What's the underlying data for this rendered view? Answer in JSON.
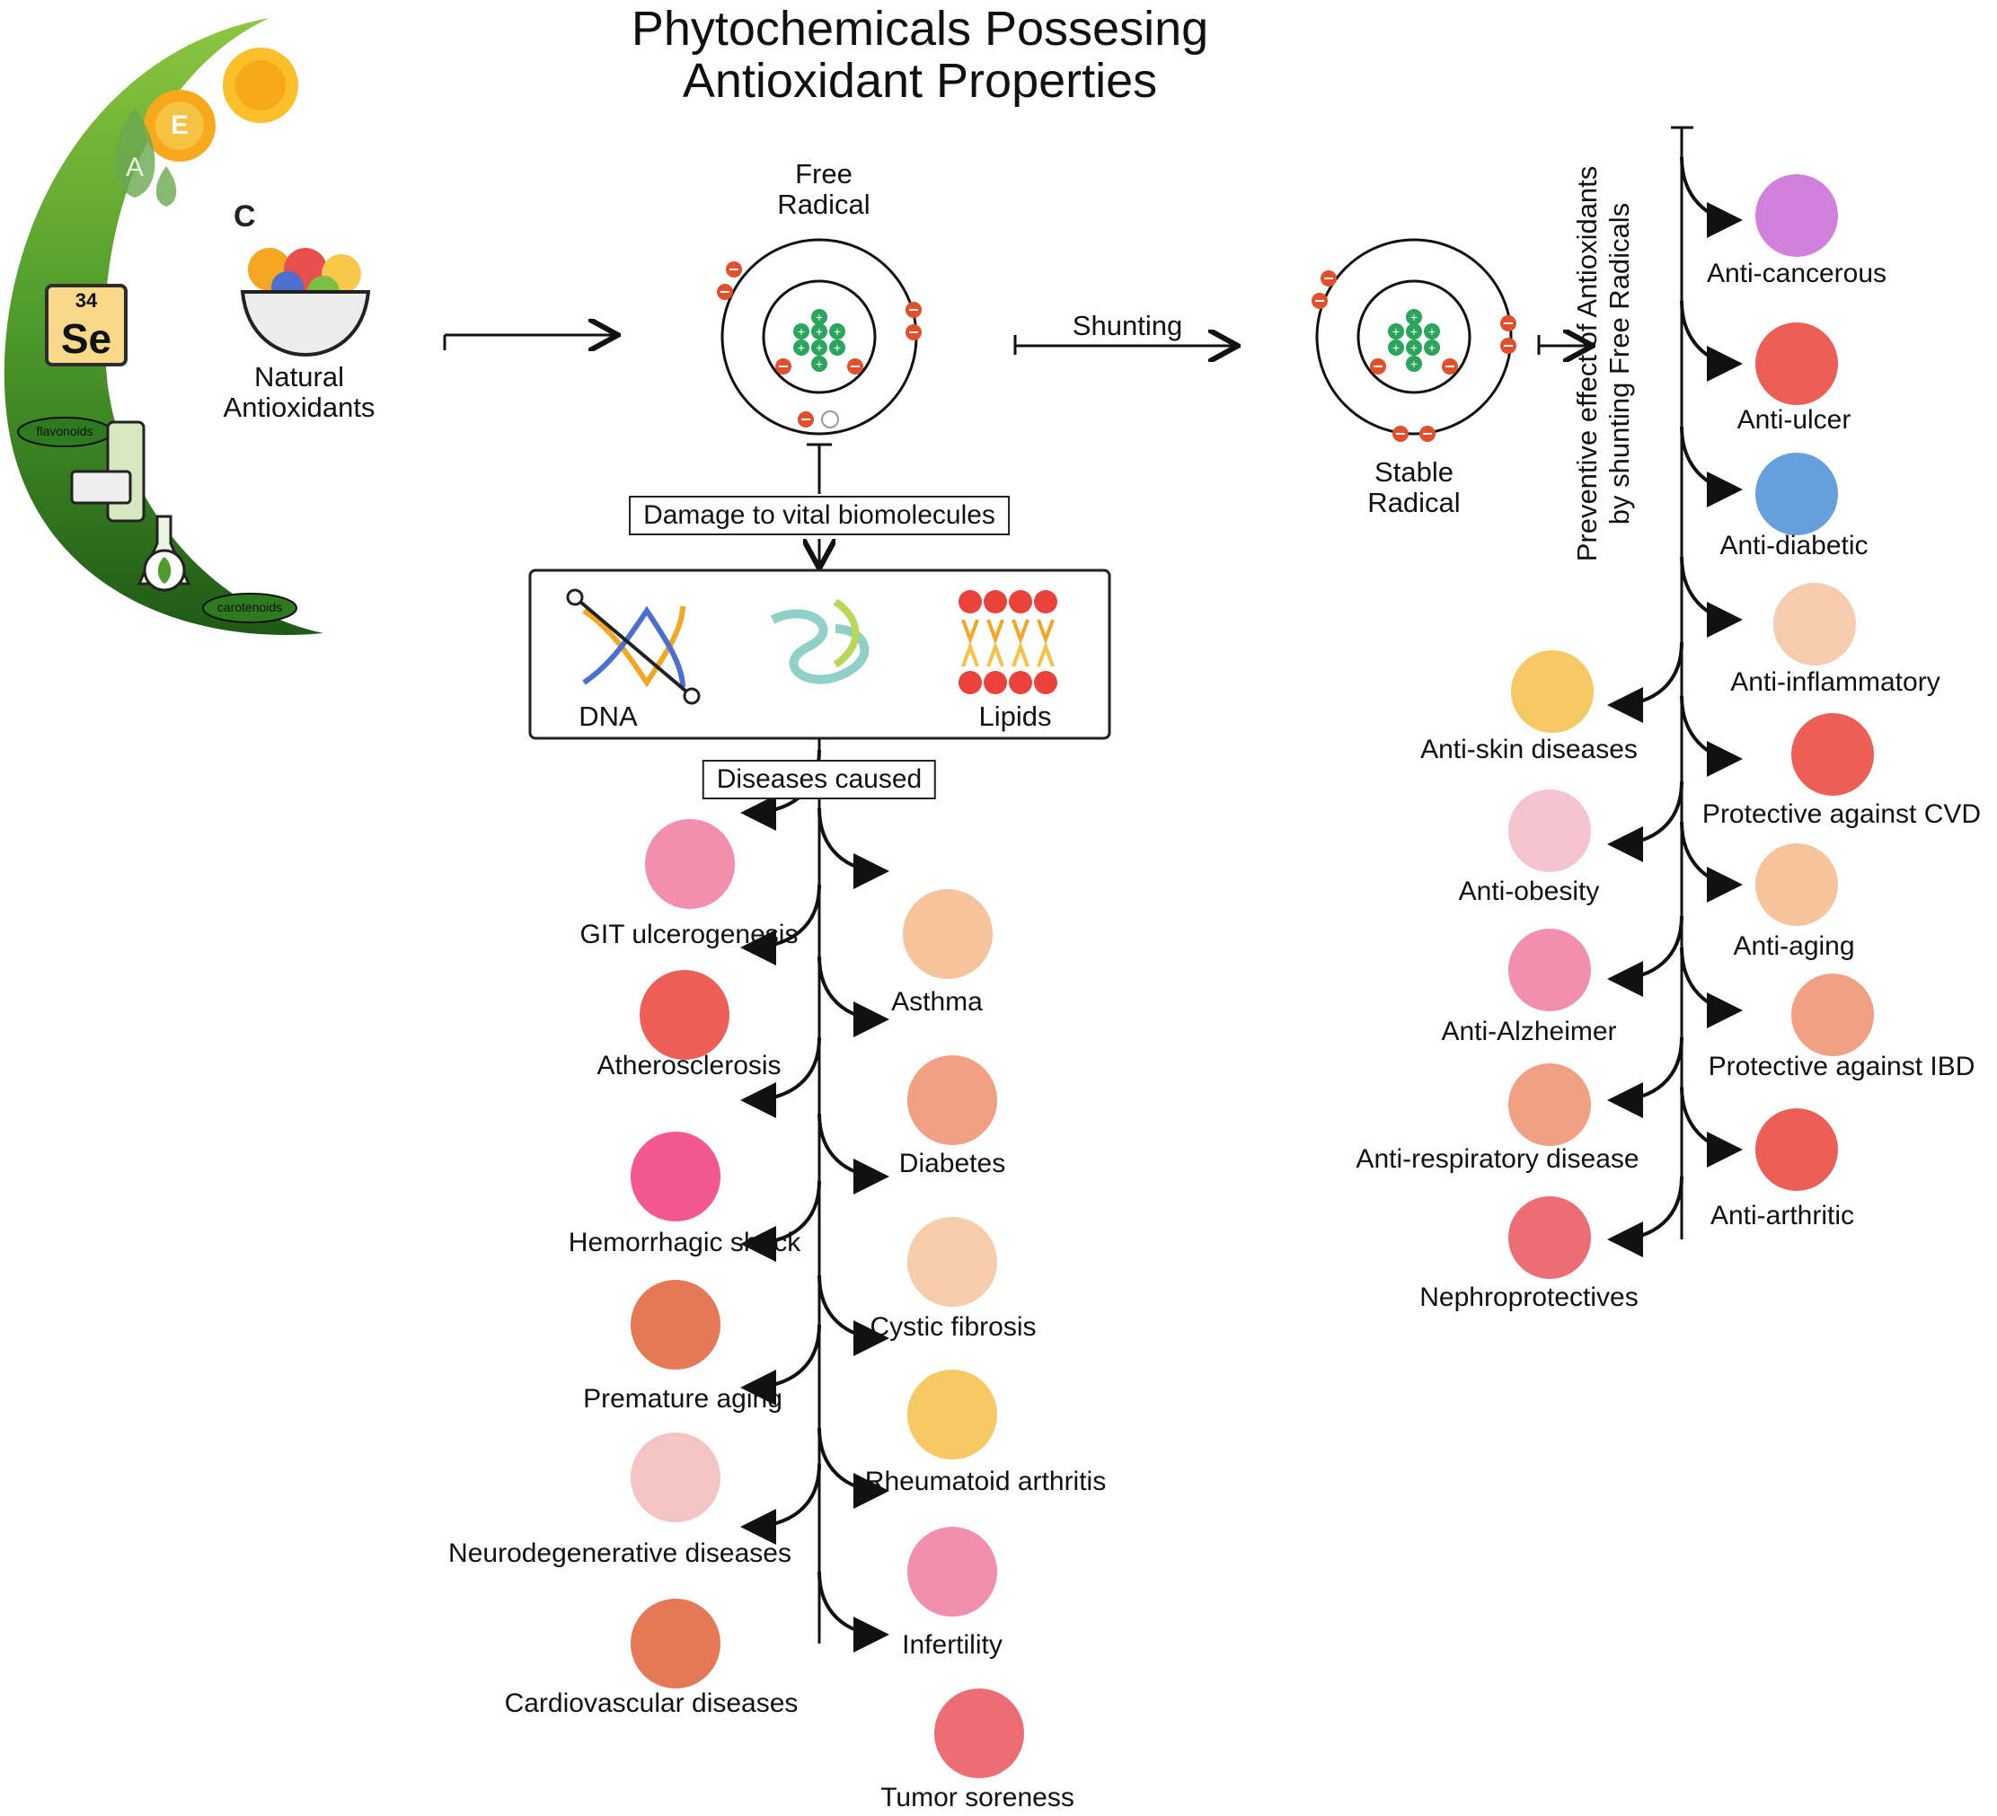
{
  "title": {
    "line1": "Phytochemicals Possesing",
    "line2": "Antioxidant Properties"
  },
  "crescent": {
    "vitamins": [
      "C",
      "E",
      "A"
    ],
    "selenium": {
      "number": "34",
      "symbol": "Se"
    },
    "flavonoids_label": "flavonoids",
    "carotenoids_label": "carotenoids",
    "natural_label_1": "Natural",
    "natural_label_2": "Antioxidants"
  },
  "free_radical": {
    "line1": "Free",
    "line2": "Radical"
  },
  "stable_radical": {
    "line1": "Stable",
    "line2": "Radical"
  },
  "shunting_label": "Shunting",
  "damage_label": "Damage to vital biomolecules",
  "biomolecules": {
    "dna": "DNA",
    "lipids": "Lipids"
  },
  "diseases_label": "Diseases caused",
  "diseases_left": [
    "GIT ulcerogenesis",
    "Atherosclerosis",
    "Hemorrhagic shock",
    "Premature aging",
    "Neurodegenerative diseases",
    "Cardiovascular diseases"
  ],
  "diseases_right": [
    "Asthma",
    "Diabetes",
    "Cystic fibrosis",
    "Rheumatoid arthritis",
    "Infertility",
    "Tumor soreness"
  ],
  "preventive": {
    "line1": "Preventive effect of Antioxidants",
    "line2": "by shunting Free Radicals"
  },
  "effects_right": [
    "Anti-cancerous",
    "Anti-ulcer",
    "Anti-diabetic",
    "Anti-inflammatory",
    "Protective against CVD",
    "Anti-aging",
    "Protective against IBD",
    "Anti-arthritic"
  ],
  "effects_left": [
    "Anti-skin diseases",
    "Anti-obesity",
    "Anti-Alzheimer",
    "Anti-respiratory disease",
    "Nephroprotectives"
  ],
  "colors": {
    "green_dark": "#2f6b1f",
    "green_light": "#8fc33a",
    "electron": "#e2502b",
    "proton": "#2aa55c",
    "pink": "#f07aa0"
  }
}
